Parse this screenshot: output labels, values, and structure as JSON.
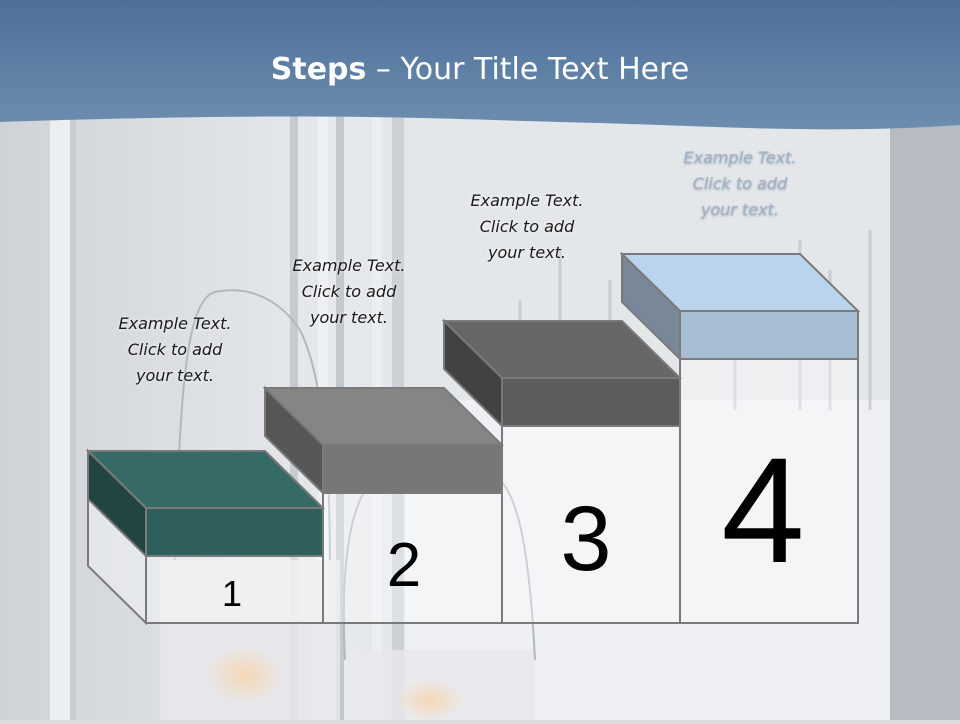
{
  "slide": {
    "title": {
      "bold": "Steps",
      "rest": " – Your Title Text Here"
    },
    "steps": [
      {
        "number": "1",
        "lines": [
          "Example Text.",
          "Click  to add",
          "your text."
        ],
        "color": "#2f5f5c"
      },
      {
        "number": "2",
        "lines": [
          "Example Text.",
          "Click  to add",
          "your text."
        ],
        "color": "#777777"
      },
      {
        "number": "3",
        "lines": [
          "Example Text.",
          "Click  to add",
          "your text."
        ],
        "color": "#5c5c5c"
      },
      {
        "number": "4",
        "lines": [
          "Example Text.",
          "Click  to add",
          "your text."
        ],
        "color": "#a7bdd4"
      }
    ],
    "colors": {
      "header": "#5e7fa5",
      "outline": "#7a7a7a"
    }
  }
}
